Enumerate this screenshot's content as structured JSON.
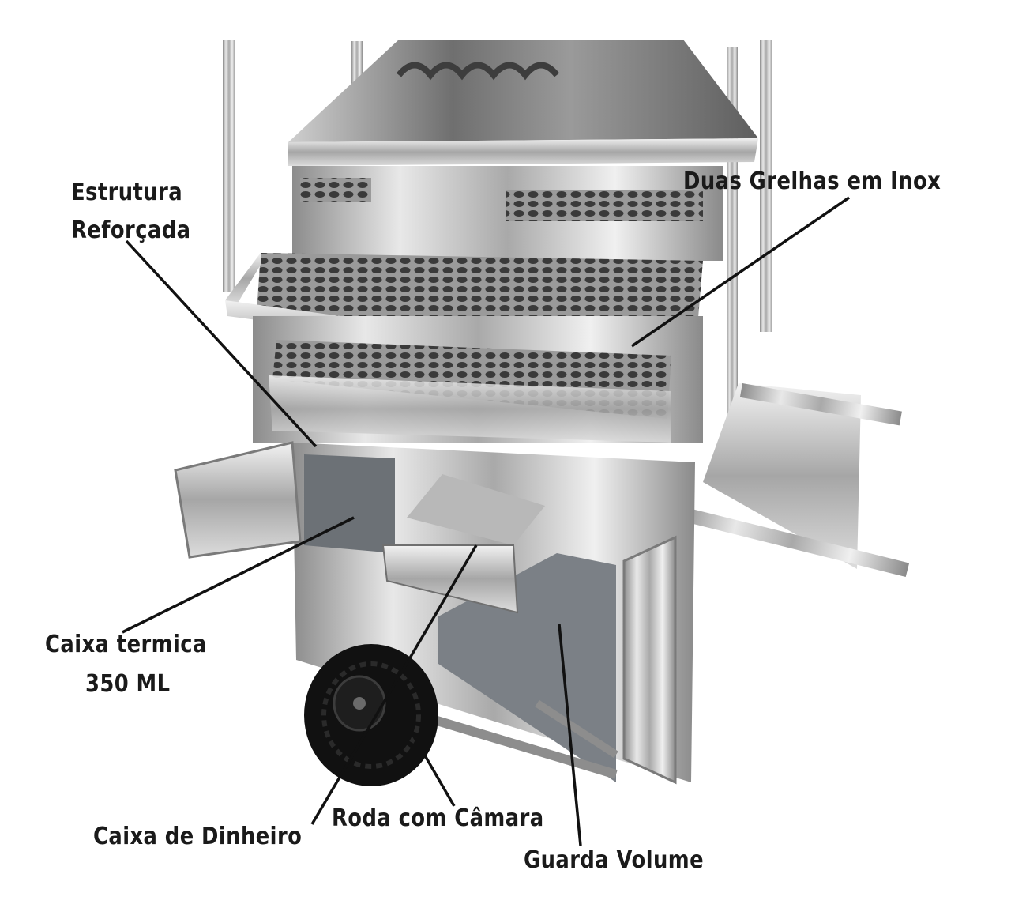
{
  "annotations": {
    "estrutura_line1": "Estrutura",
    "estrutura_line2": "Reforçada",
    "grelhas": "Duas Grelhas em Inox",
    "caixa_termica_line1": "Caixa termica",
    "caixa_termica_line2": "350 ML",
    "caixa_dinheiro": "Caixa de Dinheiro",
    "roda": "Roda com Câmara",
    "guarda_volume": "Guarda Volume"
  },
  "colors": {
    "background": "#ffffff",
    "steel_light": "#e6e6e6",
    "steel_mid": "#b9b9b9",
    "steel_dark": "#6e6e6e",
    "tire": "#111111",
    "label_text": "#1a1a1a"
  }
}
